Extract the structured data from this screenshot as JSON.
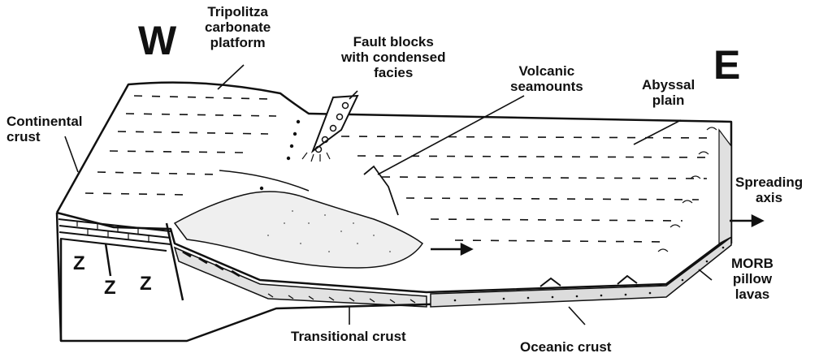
{
  "directions": {
    "west": "W",
    "east": "E"
  },
  "labels": {
    "tripolitza": [
      "Tripolitza",
      "carbonate",
      "platform"
    ],
    "fault_blocks": [
      "Fault blocks",
      "with condensed",
      "facies"
    ],
    "volcanic_seamounts": [
      "Volcanic",
      "seamounts"
    ],
    "abyssal_plain": [
      "Abyssal",
      "plain"
    ],
    "continental_crust": [
      "Continental",
      "crust"
    ],
    "spreading_axis": [
      "Spreading",
      "axis"
    ],
    "morb": [
      "MORB",
      "pillow",
      "lavas"
    ],
    "transitional_crust": "Transitional crust",
    "oceanic_crust": "Oceanic crust",
    "z_marks": [
      "Z",
      "Z",
      "Z"
    ]
  },
  "colors": {
    "ink": "#111111",
    "paper": "#ffffff",
    "fill": "#e9e9e9"
  }
}
